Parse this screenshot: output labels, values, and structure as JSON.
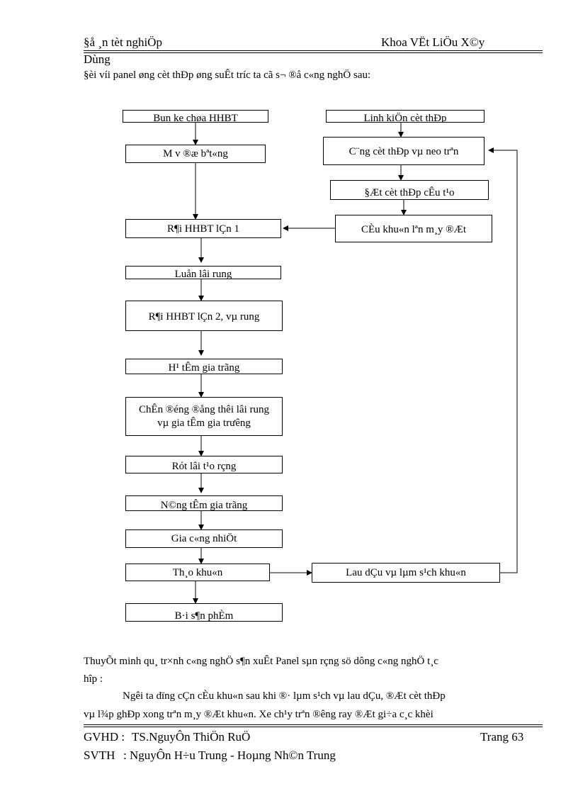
{
  "header": {
    "left": "§å ¸n tèt nghiÖp",
    "right": "Khoa VËt LiÖu X©y",
    "continuation": "Dùng"
  },
  "intro": "§èi víi panel øng cèt thÐp øng suÊt tr­íc ta cã s¬ ®å c«ng nghÖ sau:",
  "flowchart": {
    "left_steps": [
      "Bun ke chøa HHBT",
      "M v ®æ b­ªt«ng",
      "R¶i HHBT lÇn 1",
      "Luån lâi rung",
      "R¶i HHBT lÇn 2, vµ rung",
      "H¹ tÊm gia tr­ãng",
      "ChÊn ®éng ®ång thêi lâi rung vµ gia tÊm gia trưêng",
      "Rót lâi t¹o rçng",
      "N©ng tÊm gia tr­ãng",
      "Gia c«ng nhiÖt",
      "Th¸o khu«n",
      "B·i s¶n phÈm"
    ],
    "right_steps": [
      "Linh kiÖn cèt thÐp",
      "C¨ng cèt thÐp vµ neo trªn",
      "§Æt cèt thÐp cÊu t¹o",
      "CÈu khu«n lªn m¸y ®Æt",
      "Lau dÇu vµ lµm s¹ch khu«n"
    ]
  },
  "paragraph": {
    "line1": "ThuyÕt minh qu¸ tr×nh c«ng nghÖ s¶n xuÊt Panel sµn rçng sö dông c«ng nghÖ t¸c",
    "line2": "hîp :",
    "line3": "Ng­êi ta dïng cÇn cÈu khu«n sau khi ®· lµm s¹ch vµ lau dÇu, ®Æt cèt thÐp",
    "line4": "vµ l¾p ghÐp xong trªn m¸y ®Æt khu«n. Xe ch¹y trªn ®­êng ray ®Æt gi÷a c¸c khèi"
  },
  "footer": {
    "gvhd_label": "GVHD :",
    "gvhd_name": "TS.NguyÔn ThiÖn RuÖ",
    "page": "Trang 63",
    "svth_label": "SVTH",
    "svth_name": ": NguyÔn H÷u Trung - Hoµng Nh©n Trung"
  }
}
